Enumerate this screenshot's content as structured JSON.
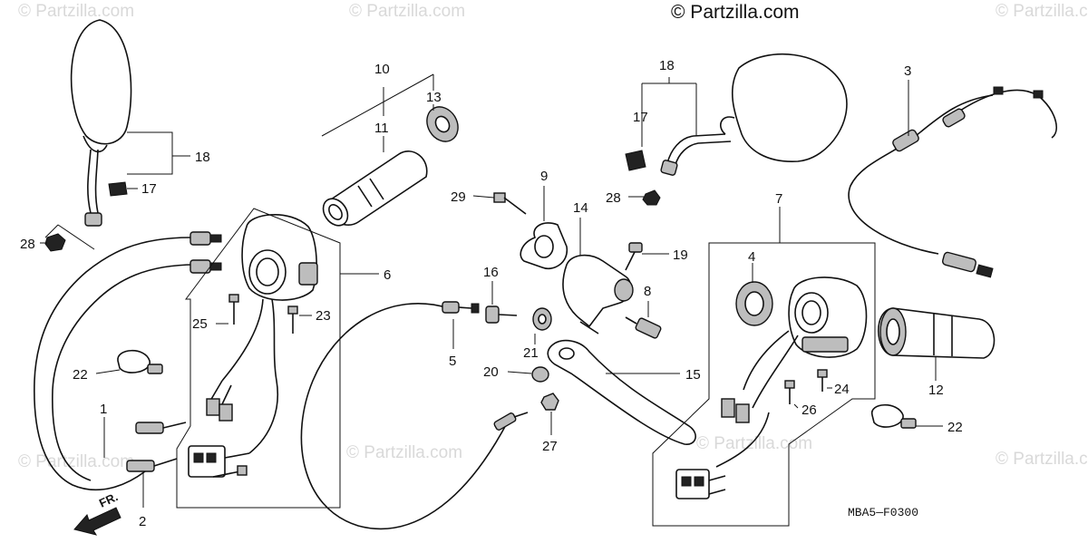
{
  "watermark": {
    "header": "© Partzilla.com",
    "faint": "© Partzilla.com"
  },
  "diagram_code": "MBA5—F0300",
  "front_indicator": "FR.",
  "callouts": [
    "1",
    "2",
    "3",
    "4",
    "5",
    "6",
    "7",
    "8",
    "9",
    "10",
    "11",
    "12",
    "13",
    "14",
    "15",
    "16",
    "17",
    "17",
    "18",
    "18",
    "19",
    "20",
    "21",
    "22",
    "22",
    "23",
    "24",
    "25",
    "26",
    "27",
    "28",
    "28",
    "29"
  ],
  "colors": {
    "ink": "#111111",
    "watermark": "#d9d9d9",
    "background": "#ffffff"
  }
}
